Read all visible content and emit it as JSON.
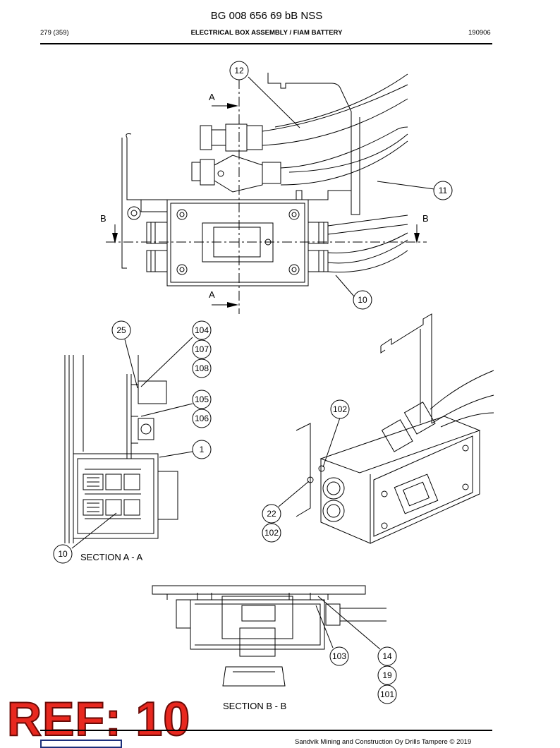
{
  "document": {
    "title": "BG 008 656 69 bB NSS",
    "page": "279 (359)",
    "section": "ELECTRICAL BOX ASSEMBLY / FIAM BATTERY",
    "date": "190906"
  },
  "views": {
    "section_aa": "SECTION A - A",
    "section_bb": "SECTION B - B",
    "cut_a": "A",
    "cut_b": "B"
  },
  "callouts": {
    "c12": "12",
    "c11": "11",
    "c10": "10",
    "c25": "25",
    "c104": "104",
    "c107": "107",
    "c108": "108",
    "c105": "105",
    "c106": "106",
    "c1": "1",
    "c10b": "10",
    "c102": "102",
    "c22": "22",
    "c102b": "102",
    "c103": "103",
    "c14": "14",
    "c19": "19",
    "c101": "101"
  },
  "stamp": "REF: 10",
  "footer": "Sandvik Mining and Construction Oy Drills Tampere © 2019",
  "colors": {
    "stamp": "#e8281f",
    "line": "#000000"
  }
}
